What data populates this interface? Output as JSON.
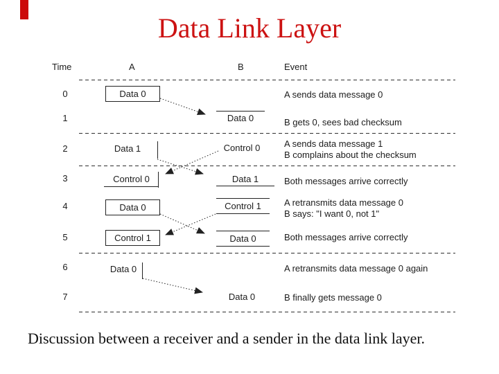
{
  "slide": {
    "title": "Data Link Layer",
    "caption": "Discussion between a receiver and a sender in the data link layer."
  },
  "colors": {
    "title_red": "#cc1212",
    "accent_red": "#cc0a0a",
    "ink": "#1c1c1c"
  },
  "diagram": {
    "headers": {
      "time": "Time",
      "a": "A",
      "b": "B",
      "event": "Event"
    },
    "rows": [
      {
        "time": "0",
        "a": "Data 0",
        "b": "",
        "events": [
          "A sends data message 0"
        ]
      },
      {
        "time": "1",
        "a": "",
        "b": "Data 0",
        "events": [
          "B gets 0, sees bad checksum"
        ]
      },
      {
        "time": "2",
        "a": "Data 1",
        "b": "Control 0",
        "events": [
          "A sends data message 1",
          "B complains about the checksum"
        ]
      },
      {
        "time": "3",
        "a": "Control 0",
        "b": "Data 1",
        "events": [
          "Both messages arrive correctly"
        ]
      },
      {
        "time": "4",
        "a": "Data 0",
        "b": "Control 1",
        "events": [
          "A retransmits data message 0",
          "B says: \"I want 0, not 1\""
        ]
      },
      {
        "time": "5",
        "a": "Control 1",
        "b": "Data 0",
        "events": [
          "Both messages arrive correctly"
        ]
      },
      {
        "time": "6",
        "a": "Data 0",
        "b": "",
        "events": [
          "A retransmits data message 0 again"
        ]
      },
      {
        "time": "7",
        "a": "",
        "b": "Data 0",
        "events": [
          "B finally gets message 0"
        ]
      }
    ],
    "arrows": [
      {
        "from": "A time 0",
        "to": "B time 1",
        "message": "Data 0"
      },
      {
        "from": "A time 2",
        "to": "B time 3",
        "message": "Data 1"
      },
      {
        "from": "B time 2",
        "to": "A time 3",
        "message": "Control 0"
      },
      {
        "from": "A time 4",
        "to": "B time 5",
        "message": "Data 0"
      },
      {
        "from": "B time 4",
        "to": "A time 5",
        "message": "Control 1"
      },
      {
        "from": "A time 6",
        "to": "B time 7",
        "message": "Data 0"
      }
    ]
  }
}
